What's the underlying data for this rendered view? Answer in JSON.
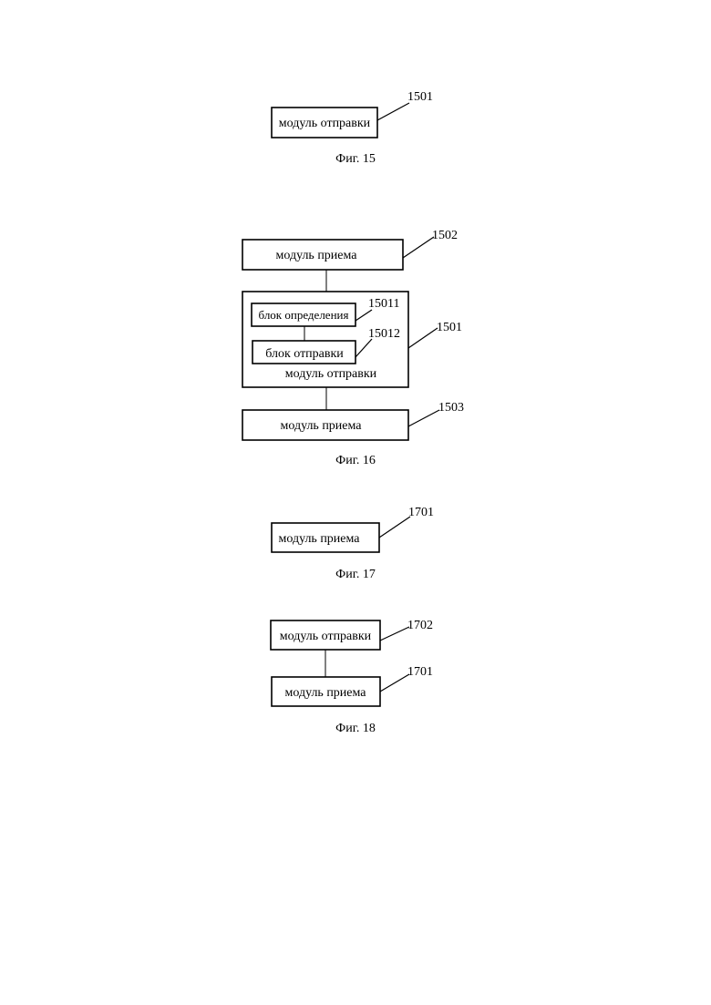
{
  "figures": [
    {
      "caption": "Фиг. 15",
      "blocks": [
        {
          "label": "модуль отправки",
          "ref": "1501"
        }
      ]
    },
    {
      "caption": "Фиг. 16",
      "blocks": [
        {
          "label": "модуль приема",
          "ref": "1502"
        },
        {
          "label": "модуль отправки",
          "ref": "1501",
          "inner": [
            {
              "label": "блок определения",
              "ref": "15011"
            },
            {
              "label": "блок отправки",
              "ref": "15012"
            }
          ]
        },
        {
          "label": "модуль приема",
          "ref": "1503"
        }
      ]
    },
    {
      "caption": "Фиг. 17",
      "blocks": [
        {
          "label": "модуль приема",
          "ref": "1701"
        }
      ]
    },
    {
      "caption": "Фиг. 18",
      "blocks": [
        {
          "label": "модуль отправки",
          "ref": "1702"
        },
        {
          "label": "модуль приема",
          "ref": "1701"
        }
      ]
    }
  ]
}
